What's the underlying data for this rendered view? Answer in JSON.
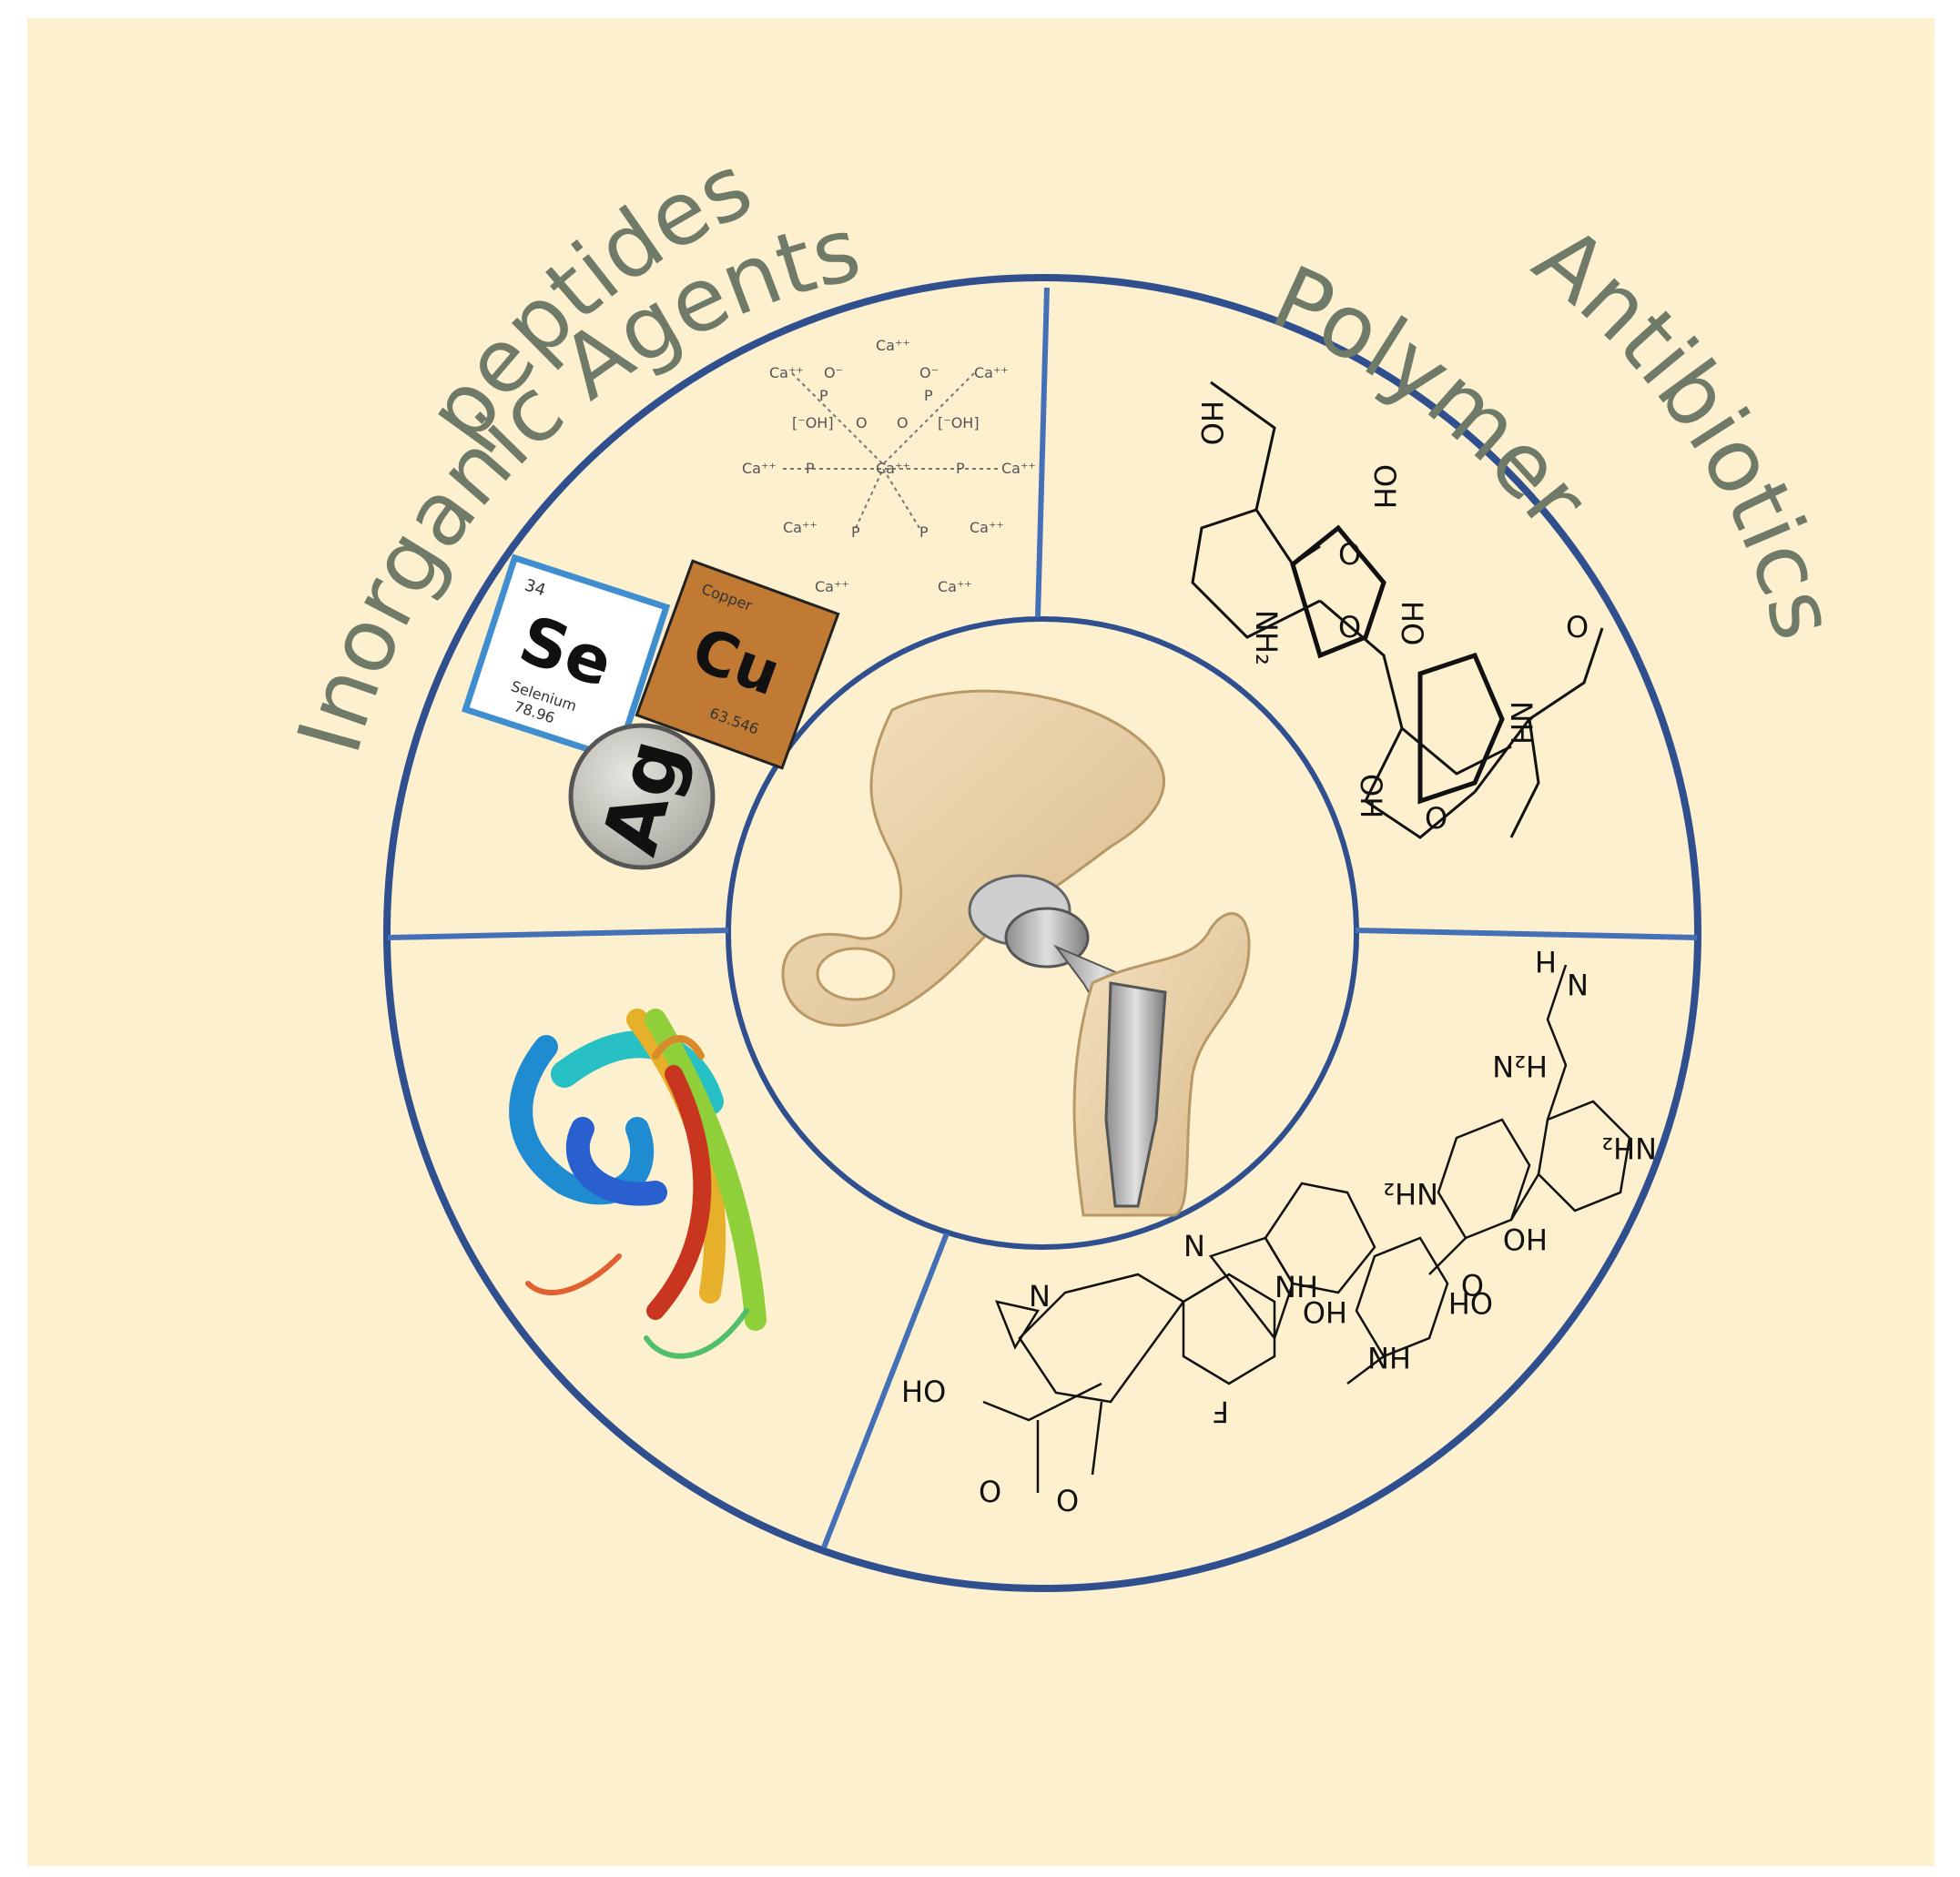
{
  "colors": {
    "background": "#fdf0cf",
    "ring": "#2f4f8f",
    "divider": "#4470b8",
    "label": "#6f7a69",
    "copper_tile": "#c07a33",
    "selenium_border": "#3f8fd0",
    "silver_disc": "#c8c8c0"
  },
  "categories": {
    "inorganic": "Inorganic Agents",
    "polymer": "Polymer",
    "antibiotics": "Antibiotics",
    "peptides": "peptides"
  },
  "elements": {
    "selenium": {
      "number": "34",
      "symbol": "Se",
      "name": "Selenium",
      "mass": "78.96"
    },
    "copper": {
      "name": "Copper",
      "symbol": "Cu",
      "mass": "63.546"
    },
    "silver": {
      "symbol": "Ag"
    }
  },
  "hydroxyapatite_labels": {
    "ca_ion": "Ca⁺⁺",
    "hydroxide": "[⁻OH]",
    "phosphorus": "P",
    "oxygen_minus": "O⁻",
    "oxygen": "O"
  },
  "polymer_labels": {
    "ho": "HO",
    "oh": "OH",
    "o": "O",
    "nh2": "NH₂",
    "nh": "NH"
  },
  "antibiotic_labels": {
    "h": "H",
    "n": "N",
    "h2n": "H₂N",
    "nh2": "NH₂",
    "ho": "HO",
    "oh": "OH",
    "o": "O",
    "nh": "NH",
    "hn": "HN",
    "f": "F"
  },
  "icons": {
    "hip_implant": "hip-implant-illustration",
    "peptide": "protein-ribbon-structure"
  }
}
